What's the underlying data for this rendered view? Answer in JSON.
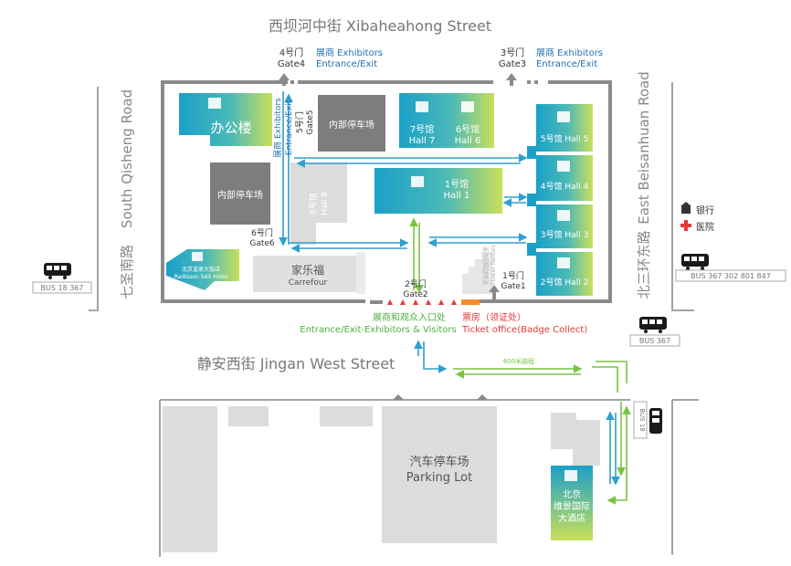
{
  "streets": {
    "north": "西坝河中街  Xibaheahong Street",
    "south": "静安西街 Jingan West Street",
    "west": "South Qisheng Road",
    "west_cn": "七圣南路",
    "east": "East Beisanhuan Road",
    "east_cn": "北三环东路"
  },
  "gates": {
    "gate4": {
      "cn": "4号门",
      "en": "Gate4"
    },
    "gate3": {
      "cn": "3号门",
      "en": "Gate3"
    },
    "gate5": {
      "cn": "5号门",
      "en": "Gate5"
    },
    "gate6": {
      "cn": "6号门",
      "en": "Gate6"
    },
    "gate2": {
      "cn": "2号门",
      "en": "Gate2"
    },
    "gate1": {
      "cn": "1号门",
      "en": "Gate1"
    }
  },
  "exhibitor_entrance": {
    "cn": "展商 Exhibitors",
    "en": "Entrance/Exit"
  },
  "side_exhibitor": {
    "line1": "展商 Exhibitors",
    "line2": "Entrance/Exit"
  },
  "buildings": {
    "office": "办公楼",
    "parking_inner": "内部停车场",
    "hall7": {
      "cn": "7号馆",
      "en": "Hall 7"
    },
    "hall6": {
      "cn": "6号馆",
      "en": "Hall 6"
    },
    "hall1": {
      "cn": "1号馆",
      "en": "Hall 1"
    },
    "hall8": {
      "cn": "8号馆",
      "en": "Hall 8"
    },
    "hall5": "5号馆 Hall 5",
    "hall4": "4号馆 Hall 4",
    "hall3": "3号馆 Hall 3",
    "hall2": "2号馆 Hall 2",
    "carrefour": {
      "cn": "家乐福",
      "en": "Carrefour"
    },
    "radisson": {
      "cn": "北京皇家大饭店",
      "en": "Radisson SAS Hotel"
    },
    "flower": {
      "cn": "花仙花园办公室",
      "en": "Flower Rentals"
    },
    "parking_lot": {
      "cn": "汽车停车场",
      "en": "Parking Lot"
    },
    "hotel_cn": [
      "北京",
      "维景国际",
      "大酒店"
    ]
  },
  "main_entrance": {
    "cn": "展商和观众入口处",
    "en": "Entrance/Exit-Exhibitors & Visitors"
  },
  "ticket_office": {
    "cn": "票房（领证处）",
    "en": "Ticket office(Badge Collect)"
  },
  "distance": "600米路程",
  "bus": {
    "west": "BUS  18  367",
    "east_top": "BUS  367  302  801  847",
    "east_mid": "BUS  367",
    "east_low": "BUS 18"
  },
  "legend": {
    "bank": "银行",
    "hospital": "医院"
  },
  "colors": {
    "route_blue": "#2f9fd0",
    "route_green": "#7cc242",
    "ticket_red": "#e53935",
    "label_blue": "#1f6fb2",
    "road_gray": "#9e9e9e"
  }
}
